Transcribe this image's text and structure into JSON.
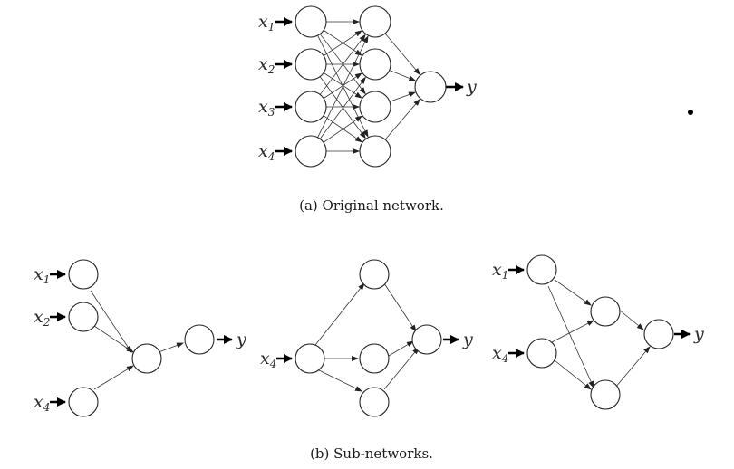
{
  "captions": {
    "original": "(a) Original network.",
    "sub": "(b) Sub-networks."
  },
  "labels": {
    "x": "x",
    "y": "y",
    "sub1": "1",
    "sub2": "2",
    "sub3": "3",
    "sub4": "4"
  },
  "colors": {
    "line": "#333333",
    "arrow": "#000000"
  }
}
